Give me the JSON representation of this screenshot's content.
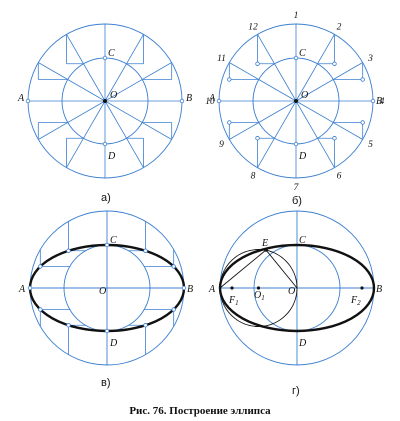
{
  "panel_a": {
    "sublabel": "а)",
    "labels": {
      "A": "A",
      "B": "B",
      "C": "C",
      "D": "D",
      "O": "O"
    }
  },
  "panel_b": {
    "sublabel": "б)",
    "labels": {
      "A": "A",
      "B": "B",
      "C": "C",
      "D": "D",
      "O": "O"
    },
    "numbers": [
      "1",
      "2",
      "3",
      "4",
      "5",
      "6",
      "7",
      "8",
      "9",
      "10",
      "11",
      "12"
    ]
  },
  "panel_v": {
    "sublabel": "в)",
    "labels": {
      "A": "A",
      "B": "B",
      "C": "C",
      "D": "D",
      "O": "O"
    }
  },
  "panel_g": {
    "sublabel": "г)",
    "labels": {
      "A": "A",
      "B": "B",
      "C": "C",
      "D": "D",
      "O": "O",
      "E": "E",
      "O1": "O",
      "O1_sub": "1",
      "F1": "F",
      "F1_sub": "1",
      "F2": "F",
      "F2_sub": "2"
    }
  },
  "caption": "Рис. 76. Построение эллипса"
}
